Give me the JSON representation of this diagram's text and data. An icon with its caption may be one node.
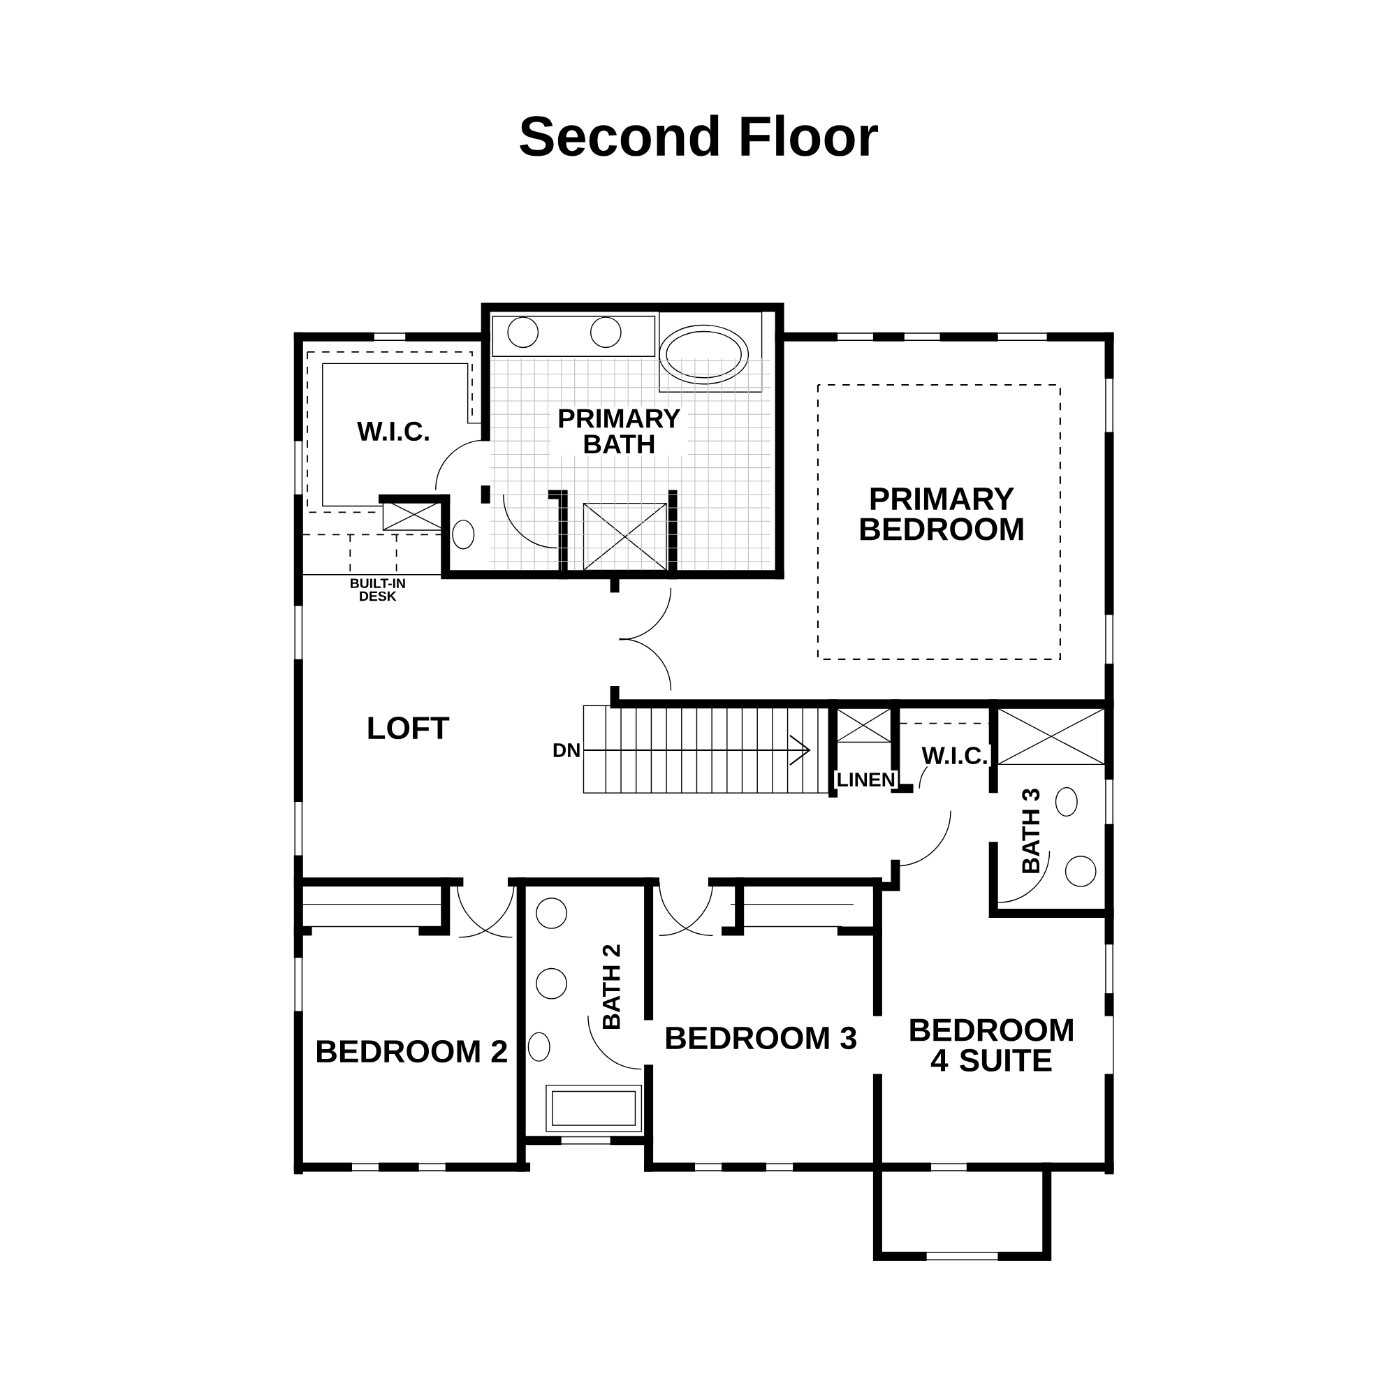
{
  "diagram": {
    "title": "Second Floor",
    "labels": [
      "W.I.C.",
      "PRIMARY BATH",
      "PRIMARY BEDROOM",
      "BUILT-IN DESK",
      "LOFT",
      "DN",
      "W.I.C.",
      "LINEN",
      "BATH 3",
      "BEDROOM 2",
      "BATH 2",
      "BEDROOM 3",
      "BEDROOM 4 SUITE"
    ]
  }
}
